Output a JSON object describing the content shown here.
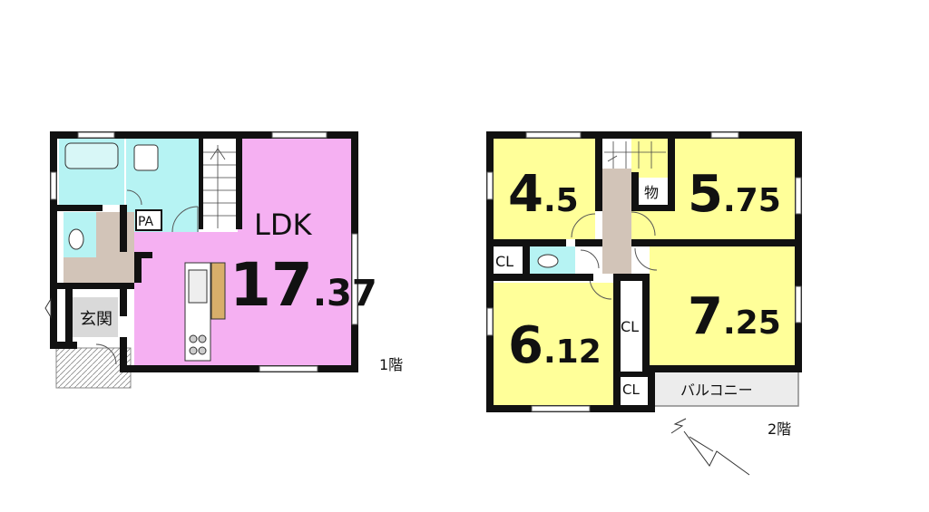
{
  "floors": [
    {
      "label": "1階",
      "rooms": {
        "ldk": {
          "name": "LDK",
          "int": "17",
          "dec": ".37"
        },
        "entrance": "玄関",
        "pantry": "PA"
      }
    },
    {
      "label": "2階",
      "rooms": {
        "room_a": {
          "int": "4",
          "dec": ".5"
        },
        "room_b": {
          "int": "5",
          "dec": ".75"
        },
        "room_c": {
          "int": "6",
          "dec": ".12"
        },
        "room_d": {
          "int": "7",
          "dec": ".25"
        },
        "storage": "物",
        "closet_left": "CL",
        "closet_center": "CL",
        "closet_bottom": "CL",
        "balcony": "バルコニー"
      }
    }
  ],
  "colors": {
    "wall": "#111111",
    "ldk": "#f5b0f2",
    "bedroom": "#ffff99",
    "wet_area": "#b6f3f3",
    "hall": "#d2c4b8",
    "entrance": "#d9d9d9"
  }
}
